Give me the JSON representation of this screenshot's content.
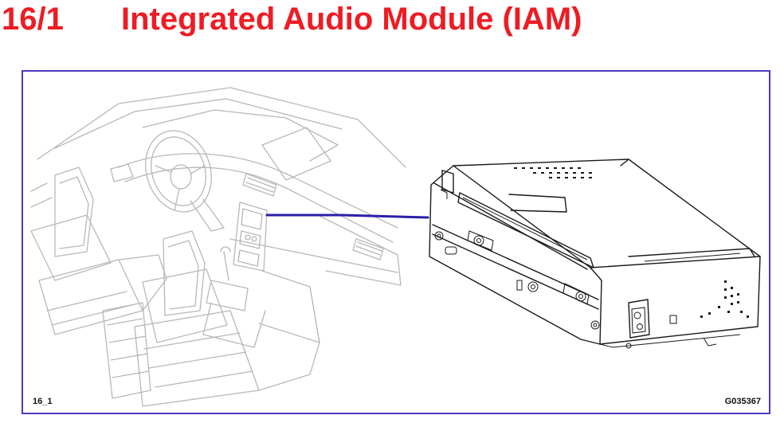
{
  "header": {
    "section_number": "16/1",
    "title": "Integrated Audio Module (IAM)"
  },
  "figure": {
    "id_label": "16_1",
    "image_ref": "G035367"
  },
  "colors": {
    "title": "#ee1c24",
    "frame_border": "#4a3bc0",
    "leader_line": "#2a1fa8"
  }
}
